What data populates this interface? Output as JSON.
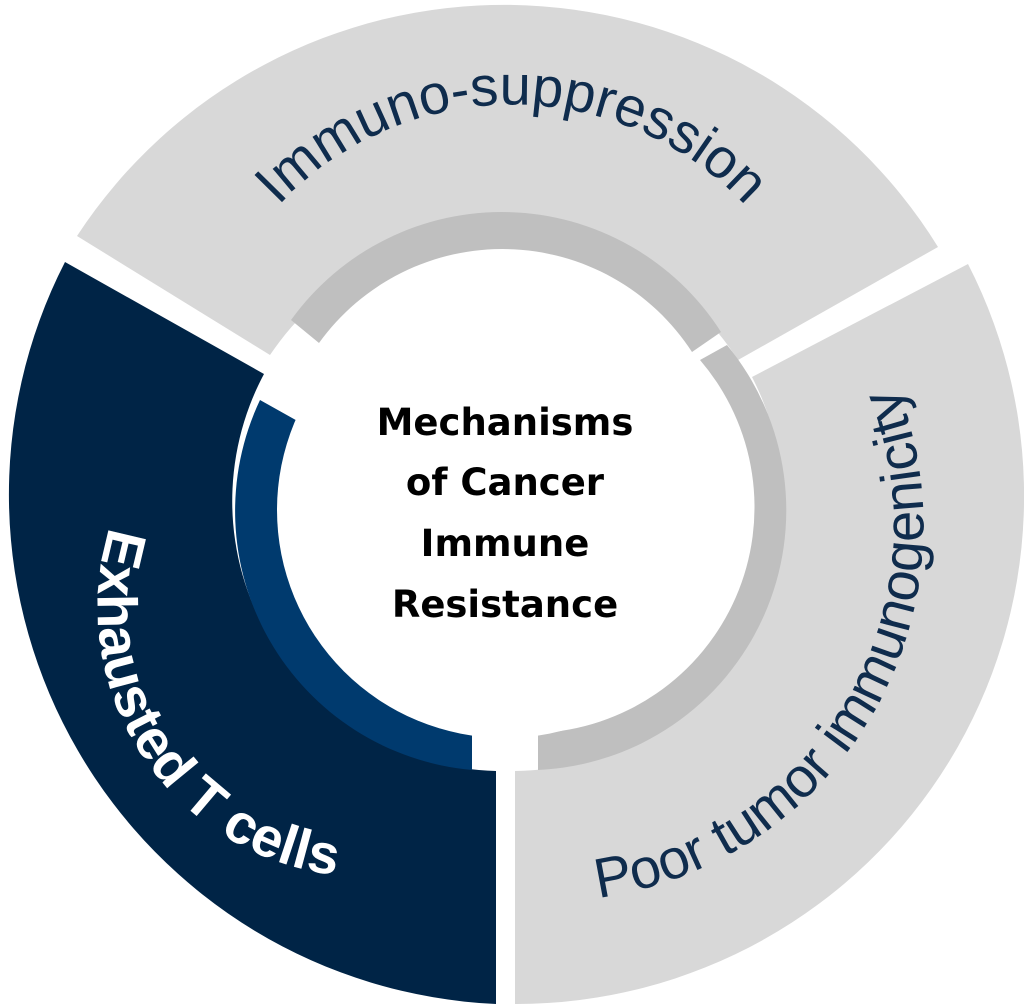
{
  "center": {
    "lines": [
      "Mechanisms",
      "of Cancer",
      "Immune",
      "Resistance"
    ]
  },
  "segments": [
    {
      "label": "Immuno-suppression",
      "outer_color": "#d8d8d8",
      "inner_color": "#bfbfbf",
      "text_color": "#0f2c4d"
    },
    {
      "label": "Poor tumor immunogenicity",
      "outer_color": "#d8d8d8",
      "inner_color": "#bfbfbf",
      "text_color": "#0f2c4d"
    },
    {
      "label": "Exhausted T cells",
      "outer_color": "#002446",
      "inner_color": "#003a6e",
      "text_color": "#ffffff"
    }
  ]
}
